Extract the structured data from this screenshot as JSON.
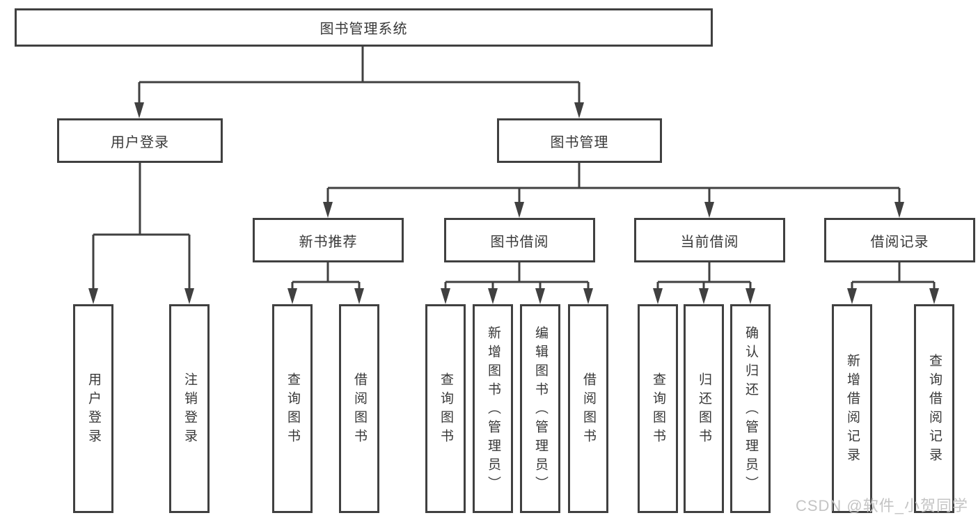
{
  "tree": {
    "root": {
      "label": "图书管理系统"
    },
    "branches": [
      {
        "label": "用户登录",
        "children": [
          {
            "label": "用户登录"
          },
          {
            "label": "注销登录"
          }
        ]
      },
      {
        "label": "图书管理",
        "children": [
          {
            "label": "新书推荐",
            "children": [
              {
                "label": "查询图书"
              },
              {
                "label": "借阅图书"
              }
            ]
          },
          {
            "label": "图书借阅",
            "children": [
              {
                "label": "查询图书"
              },
              {
                "label": "新增图书（管理员）"
              },
              {
                "label": "编辑图书（管理员）"
              },
              {
                "label": "借阅图书"
              }
            ]
          },
          {
            "label": "当前借阅",
            "children": [
              {
                "label": "查询图书"
              },
              {
                "label": "归还图书"
              },
              {
                "label": "确认归还（管理员）"
              }
            ]
          },
          {
            "label": "借阅记录",
            "children": [
              {
                "label": "新增借阅记录"
              },
              {
                "label": "查询借阅记录"
              }
            ]
          }
        ]
      }
    ]
  },
  "watermark": "CSDN @软件_小贺同学",
  "colors": {
    "line": "#404040",
    "text": "#383838",
    "background": "#ffffff",
    "watermark": "#c1c1c1"
  }
}
